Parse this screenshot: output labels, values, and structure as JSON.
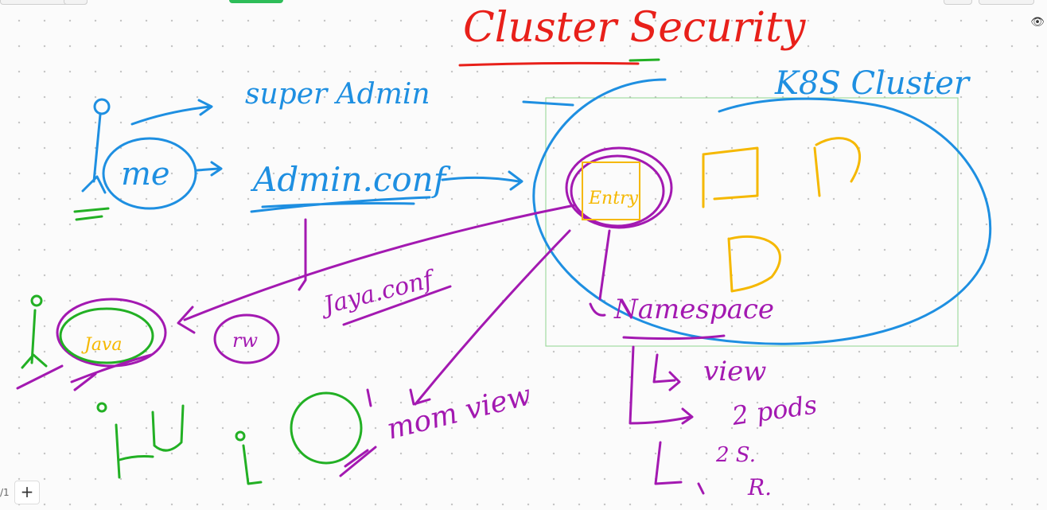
{
  "topbar": {
    "tabs": 3
  },
  "title": "Cluster Security",
  "cluster_label": "K8S Cluster",
  "labels": {
    "super_admin": "super Admin",
    "me": "me",
    "admin_conf": "Admin.conf",
    "entry": "Entry",
    "java_conf": "Jaya.conf",
    "java_user": "Java",
    "rw": "rw",
    "mom_view": "mom view",
    "namespace": "Namespace",
    "view": "view",
    "pods": "2 pods",
    "two_s": "2 S.",
    "r": "R."
  },
  "footer": {
    "page": "/1",
    "add_label": "+"
  },
  "colors": {
    "blue": "#1e8fe1",
    "red": "#e8201a",
    "purple": "#a319b1",
    "green": "#22b024",
    "yellow": "#f5b800",
    "frame": "#8fd48f"
  },
  "icons": {
    "view": "eye-icon",
    "add": "plus-icon"
  }
}
